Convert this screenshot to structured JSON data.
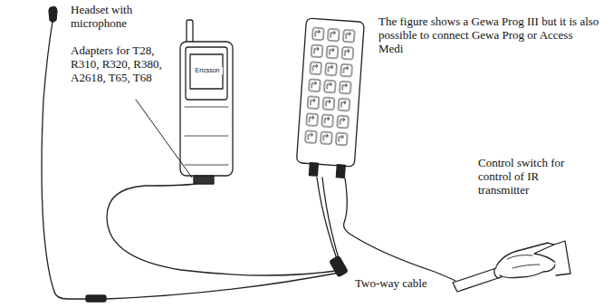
{
  "diagram": {
    "labels": [
      "Headset with microphone",
      "Adapters for T28, R310, R320, R380, A2618, T65, T68",
      "The figure shows a Gewa Prog III but it is also possible to connect Gewa Prog or Access Medi",
      "Control switch for control of IR transmitter",
      "Two-way cable",
      "Ericsson"
    ]
  }
}
